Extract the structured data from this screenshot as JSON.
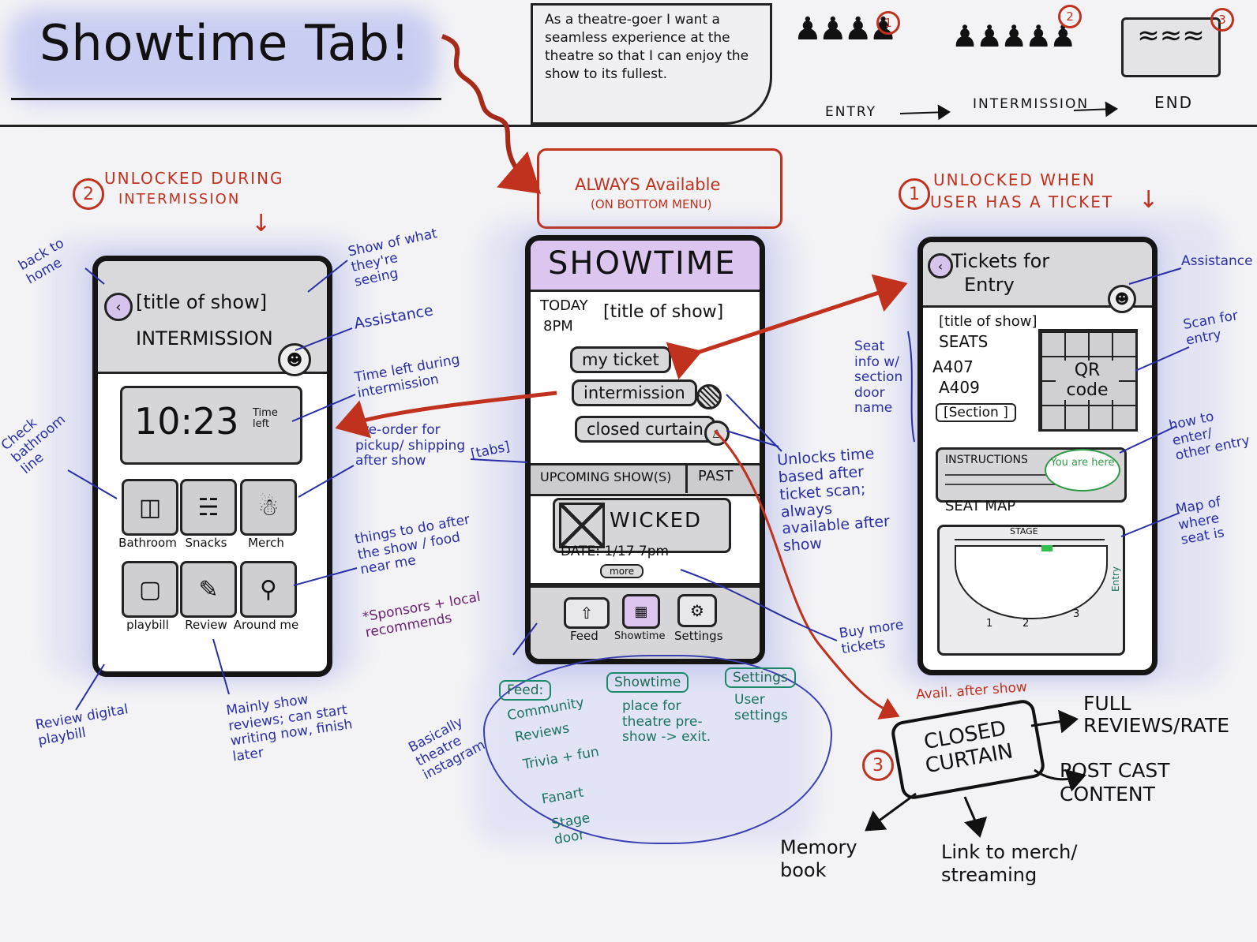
{
  "title": "Showtime Tab!",
  "user_story": "As a theatre-goer I want a seamless experience at the theatre so that I can enjoy the show to its fullest.",
  "journey": {
    "stages": [
      {
        "number": "1",
        "label": "ENTRY"
      },
      {
        "number": "2",
        "label": "INTERMISSION"
      },
      {
        "number": "3",
        "label": "END"
      }
    ]
  },
  "always_available": {
    "line1": "ALWAYS Available",
    "line2": "(ON BOTTOM MENU)"
  },
  "section_intermission": {
    "number": "2",
    "line1": "UNLOCKED DURING",
    "line2": "INTERMISSION"
  },
  "section_tickets": {
    "number": "1",
    "line1": "UNLOCKED WHEN",
    "line2": "USER HAS A TICKET"
  },
  "intermission_screen": {
    "title": "[title of show]",
    "subtitle": "INTERMISSION",
    "timer": "10:23",
    "timer_suffix": "Time left",
    "tiles": [
      {
        "label": "Bathroom",
        "icon": "toilet-icon"
      },
      {
        "label": "Snacks",
        "icon": "snacks-icon"
      },
      {
        "label": "Merch",
        "icon": "shirt-icon"
      },
      {
        "label": "playbill",
        "icon": "booklet-icon"
      },
      {
        "label": "Review",
        "icon": "pencil-icon"
      },
      {
        "label": "Around me",
        "icon": "map-pin-icon"
      }
    ]
  },
  "showtime_screen": {
    "header": "SHOWTIME",
    "today": "TODAY",
    "time": "8PM",
    "show": "[title of show]",
    "buttons": [
      "my ticket",
      "intermission",
      "closed curtain"
    ],
    "tabs": [
      "UPCOMING SHOW(S)",
      "PAST"
    ],
    "upcoming_title": "WICKED",
    "upcoming_date": "DATE: 1/17 7pm",
    "more": "more",
    "nav": [
      "Feed",
      "Showtime",
      "Settings"
    ]
  },
  "tickets_screen": {
    "title_line1": "Tickets for",
    "title_line2": "Entry",
    "show": "[title of show]",
    "seats_label": "SEATS",
    "seats": [
      "A407",
      "A409"
    ],
    "section": "[Section ]",
    "qr": "QR code",
    "instructions": "INSTRUCTIONS",
    "seat_map_label": "SEAT MAP",
    "stage_label": "STAGE",
    "you_are_here": "You are here",
    "map_numbers": [
      "1",
      "2",
      "3"
    ],
    "entry": "Entry"
  },
  "annotations_left": {
    "back_home": "back to home",
    "show_of": "Show of what they're seeing",
    "assistance": "Assistance",
    "time_left": "Time left during intermission",
    "check_bathroom": "Check bathroom line",
    "preorder": "Pre-order for pickup/ shipping after show",
    "things_to_do": "things to do after the show / food near me",
    "sponsors": "*Sponsors + local recommends",
    "review_playbill": "Review digital playbill",
    "reviews_note": "Mainly show reviews; can start writing now, finish later"
  },
  "annotations_middle": {
    "tabs": "[tabs]",
    "unlocks": "Unlocks time based after ticket scan; always available after show",
    "buy_more": "Buy more tickets",
    "basically": "Basically theatre instagram"
  },
  "annotations_right": {
    "assistance": "Assistance",
    "scan": "Scan for entry",
    "seat_info": "Seat info w/ section door name",
    "how_to": "how to enter/ other entry",
    "map_of": "Map of where seat is"
  },
  "nav_tags": [
    {
      "label": "Feed:",
      "items": [
        "Community",
        "Reviews",
        "Trivia + fun",
        "Fanart",
        "Stage door"
      ]
    },
    {
      "label": "Showtime",
      "items": [
        "place for theatre pre-show -> exit."
      ]
    },
    {
      "label": "Settings",
      "items": [
        "User settings"
      ]
    }
  ],
  "closed_curtain": {
    "number": "3",
    "avail": "Avail. after show",
    "label": "CLOSED CURTAIN",
    "outputs": [
      "FULL REVIEWS/RATE",
      "POST CAST CONTENT",
      "Memory book",
      "Link to merch/ streaming"
    ]
  }
}
